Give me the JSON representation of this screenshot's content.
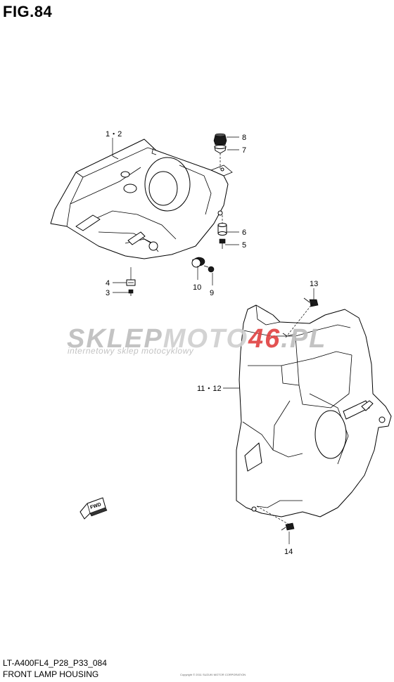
{
  "figure": {
    "title": "FIG.84",
    "code": "LT-A400FL4_P28_P33_084",
    "name": "FRONT LAMP HOUSING",
    "fine_print": "Copyright © 2011 SUZUKI MOTOR CORPORATION"
  },
  "watermark": {
    "brand_dark": "SKLEP",
    "brand_light": "MOTO",
    "brand_accent": "46",
    "brand_suffix": ".PL",
    "tagline": "internetowy sklep motocyklowy",
    "accent_color": "#e04040",
    "light_color": "#cfcfcf",
    "dark_color": "#bdbdbd"
  },
  "callouts": {
    "c1_2": "1・2",
    "c3": "3",
    "c4": "4",
    "c5": "5",
    "c6": "6",
    "c7": "7",
    "c8": "8",
    "c9": "9",
    "c10": "10",
    "c11_12": "11・12",
    "c13": "13",
    "c14": "14"
  },
  "direction_marker": {
    "label": "FWD",
    "icon": "fwd-arrow-icon"
  }
}
